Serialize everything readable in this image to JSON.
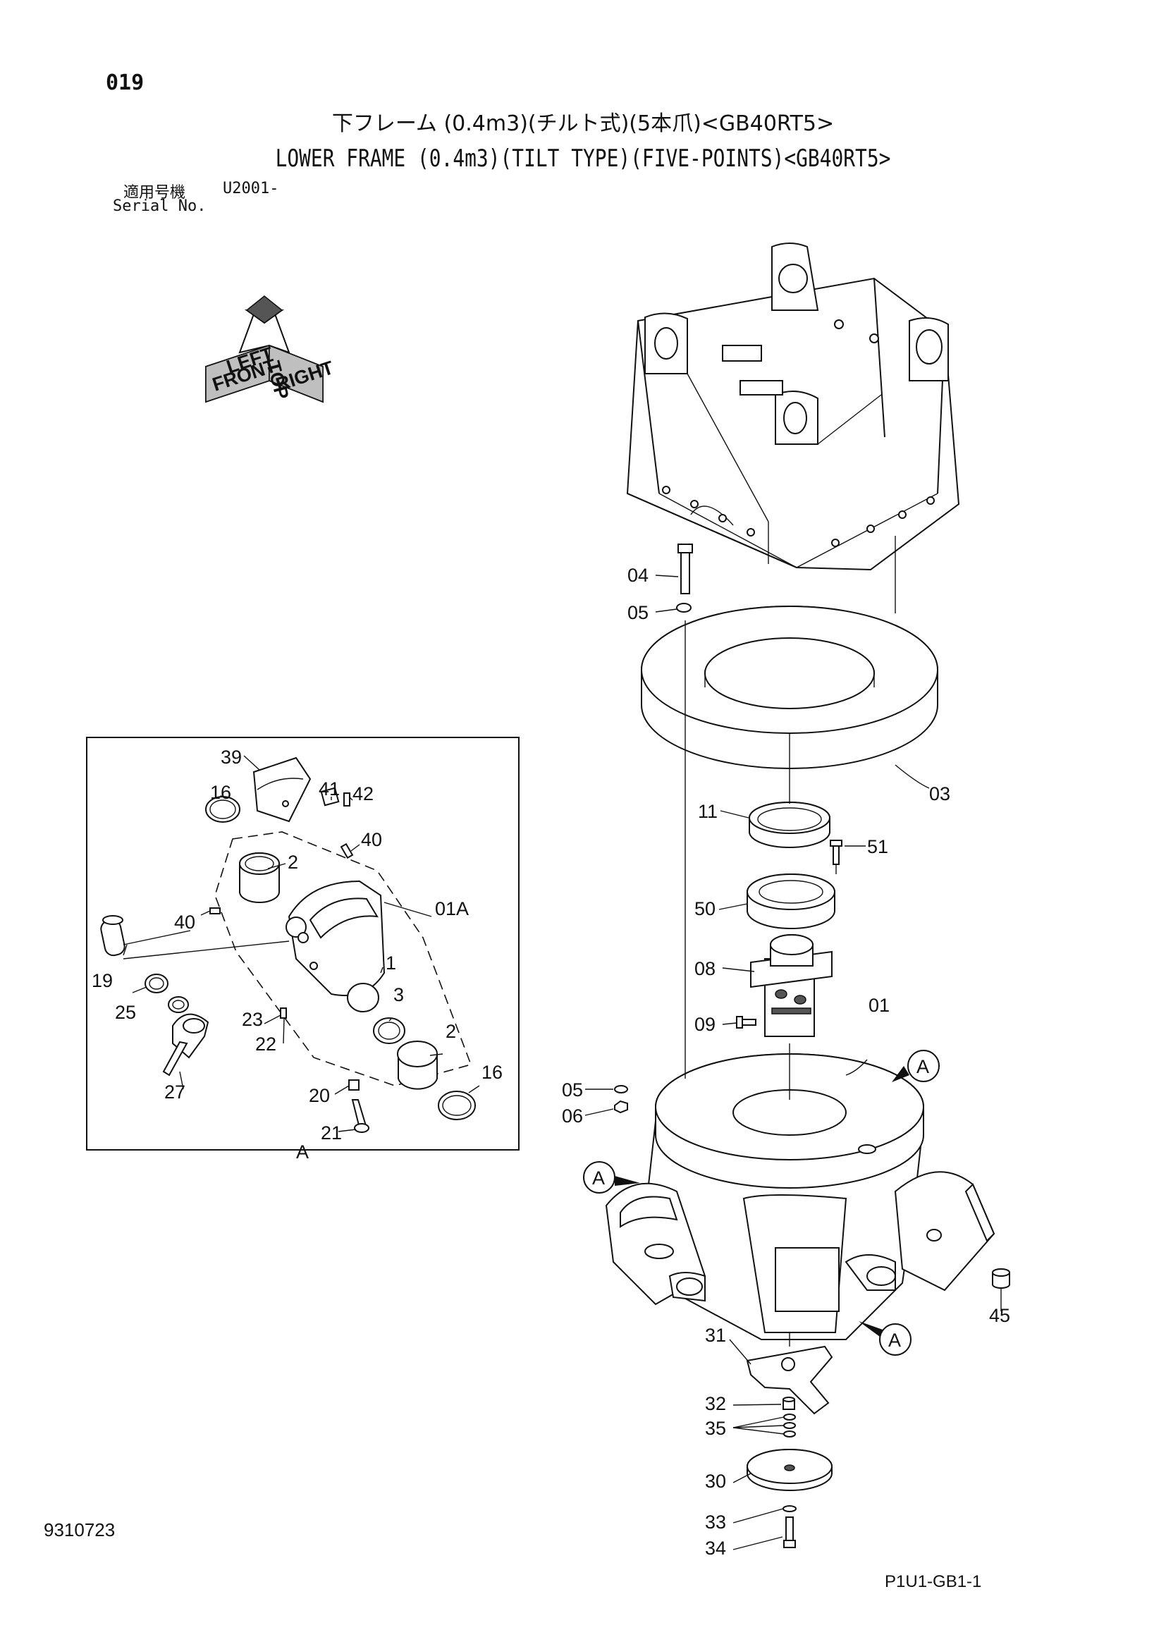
{
  "header": {
    "page_number": "019",
    "title_jp": "下フレーム (0.4m3)(チルト式)(5本爪)<GB40RT5>",
    "title_en": "LOWER FRAME (0.4m3)(TILT TYPE)(FIVE-POINTS)<GB40RT5>",
    "serial_label_jp": "適用号機",
    "serial_value": "U2001-",
    "serial_label_en": "Serial No."
  },
  "orientation_icon": {
    "labels": [
      "FRONT",
      "TOP",
      "RIGHT",
      "LEFT"
    ]
  },
  "inset": {
    "view_label": "A",
    "part_labels": [
      "39",
      "16",
      "41",
      "42",
      "40",
      "2",
      "01A",
      "40",
      "19",
      "1",
      "25",
      "23",
      "3",
      "22",
      "2",
      "27",
      "16",
      "20",
      "21"
    ]
  },
  "main_assembly": {
    "part_labels": [
      "04",
      "05",
      "03",
      "11",
      "51",
      "50",
      "08",
      "09",
      "01",
      "05",
      "06",
      "45",
      "31",
      "32",
      "35",
      "30",
      "33",
      "34"
    ],
    "view_markers": [
      "A",
      "A",
      "A"
    ]
  },
  "footer": {
    "document_number": "9310723",
    "page_code": "P1U1-GB1-1"
  }
}
